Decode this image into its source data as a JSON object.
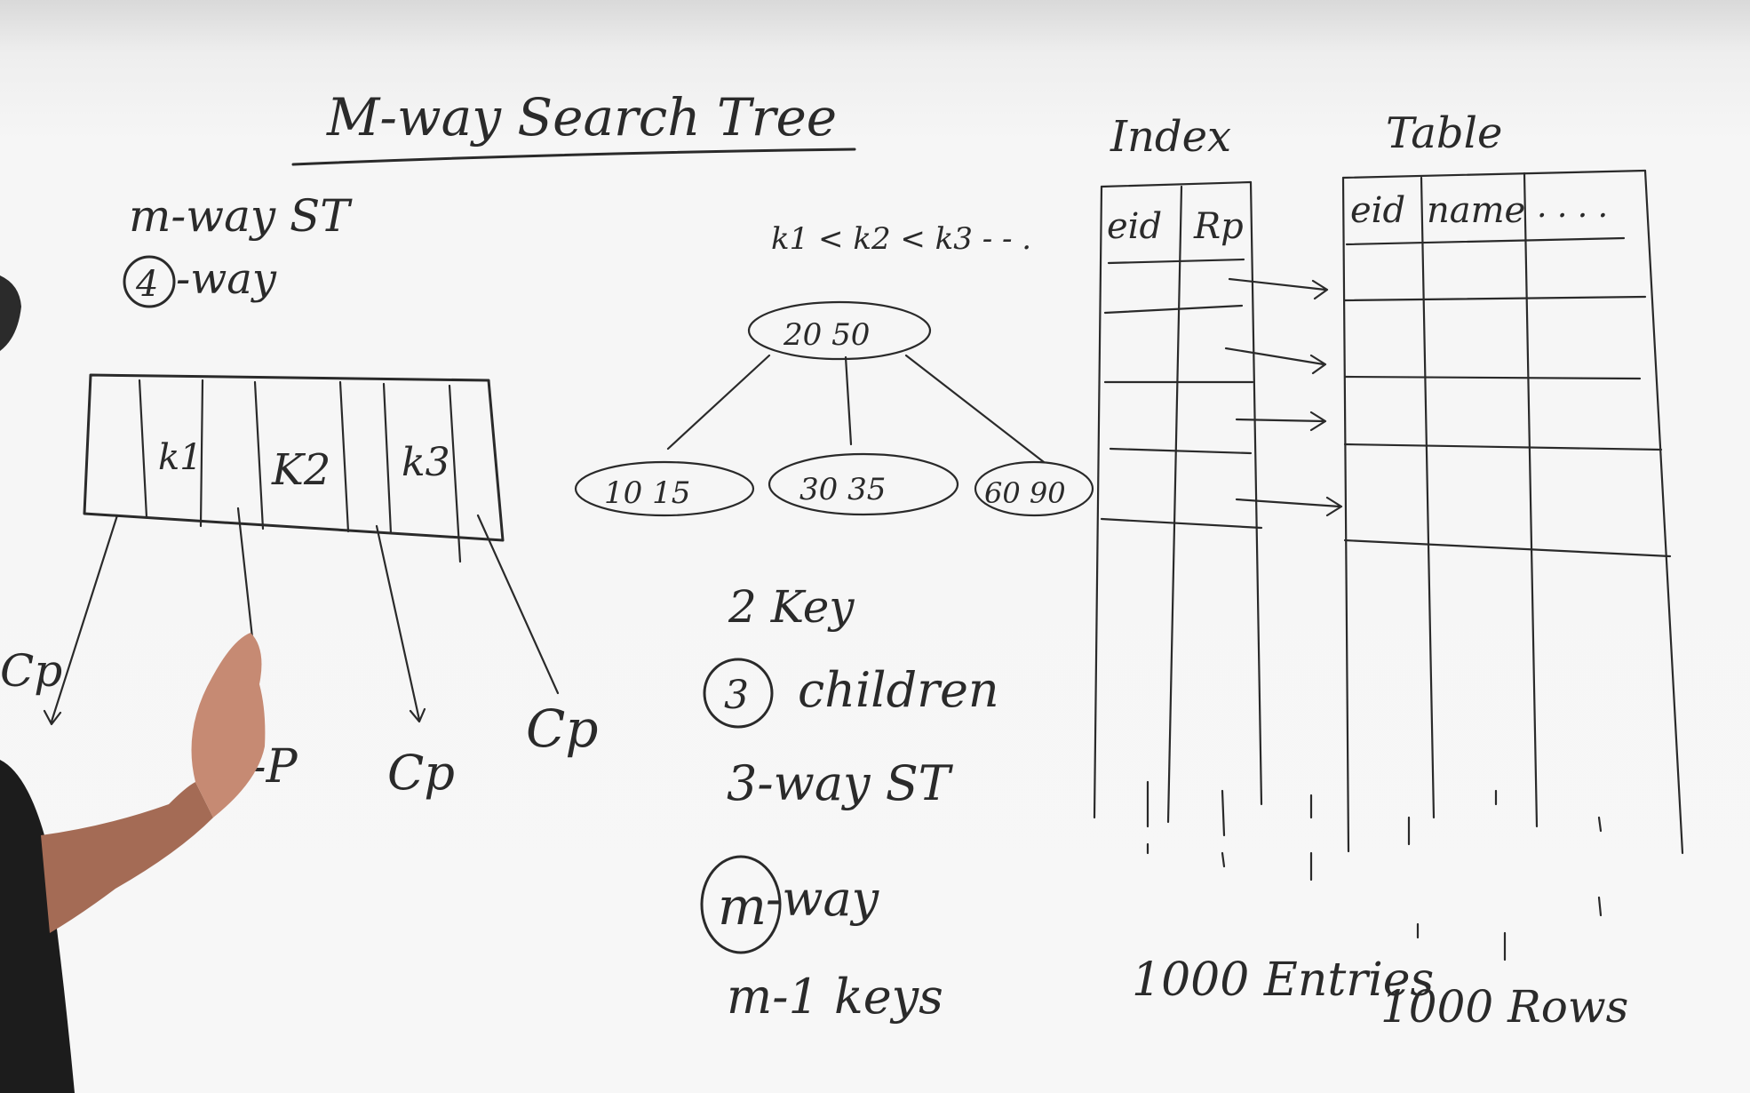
{
  "title": "M-way Search Tree",
  "notes": {
    "line1": "m-way ST",
    "four": "4",
    "line2": "-way"
  },
  "node": {
    "keys": [
      "k1",
      "K2",
      "k3"
    ],
    "child_label": "cp",
    "child_labels": [
      "Cp",
      "-P",
      "Cp",
      "Cp"
    ]
  },
  "order_note": "k1 < k2 < k3 - - .",
  "tree": {
    "root": "20  50",
    "children": [
      "10  15",
      "30  35",
      "60  90"
    ]
  },
  "summary": {
    "keys": "2 Key",
    "children_count": "3",
    "children_label": "children",
    "three_way": "3-way ST",
    "m": "m",
    "m_way": "-way",
    "m_keys": "m-1 keys"
  },
  "index": {
    "title": "Index",
    "columns": [
      "eid",
      "Rp"
    ],
    "footer": "1000 Entries"
  },
  "table": {
    "title": "Table",
    "columns": [
      "eid",
      "name",
      ". . . ."
    ],
    "footer": "1000 Rows"
  }
}
